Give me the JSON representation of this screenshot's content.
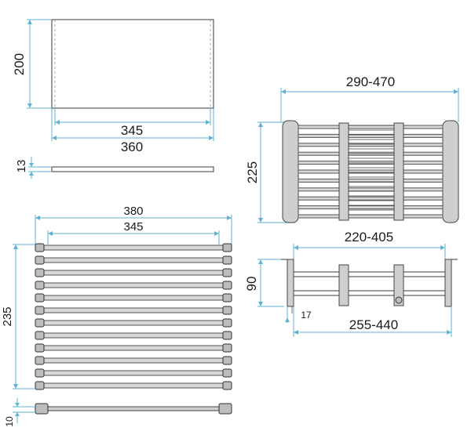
{
  "drawing": {
    "board_top_view": {
      "height_label": "200",
      "inner_width_label": "345",
      "outer_width_label": "360"
    },
    "board_side_view": {
      "thickness_label": "13"
    },
    "roll_mat_top_view": {
      "outer_width_label": "380",
      "inner_width_label": "345",
      "height_label": "235"
    },
    "roll_mat_side_view": {
      "thickness_label": "10"
    },
    "extendable_rack_top_view": {
      "width_range_label": "290-470",
      "depth_label": "225"
    },
    "extendable_rack_side_view": {
      "inner_range_label": "220-405",
      "outer_range_label": "255-440",
      "height_label": "90",
      "offset_label": "17"
    }
  },
  "colors": {
    "dimension_line": "#5fb3d3",
    "outline": "#3a3a3a",
    "rod_fill": "#d8d8d8",
    "background": "#ffffff"
  }
}
